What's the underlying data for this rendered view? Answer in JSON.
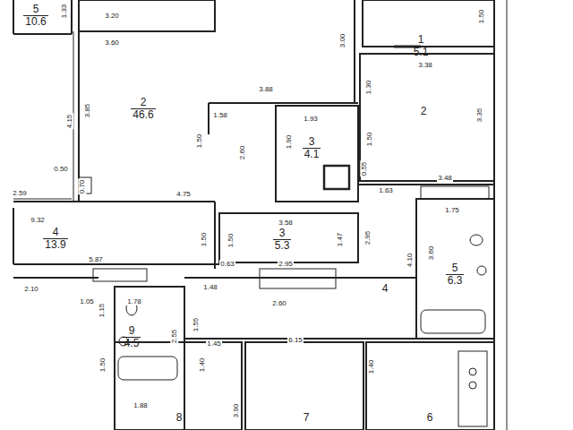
{
  "diagram": {
    "nodes": [
      {
        "text": [
          "5",
          "10.6"
        ]
      },
      {
        "text": [
          "1",
          "5.1"
        ]
      },
      {
        "text": [
          "2",
          "46.6"
        ]
      },
      {
        "text": [
          "2"
        ]
      },
      {
        "text": [
          "3",
          "4.1"
        ]
      },
      {
        "text": [
          "4",
          "13.9"
        ]
      },
      {
        "text": [
          "3",
          "5.3"
        ]
      },
      {
        "text": [
          "5",
          "6.3"
        ]
      },
      {
        "text": [
          "4"
        ]
      },
      {
        "text": [
          "9",
          "4.5"
        ]
      },
      {
        "text": [
          "8"
        ]
      },
      {
        "text": [
          "7"
        ]
      },
      {
        "text": [
          "6"
        ]
      }
    ],
    "labels": [
      "1.33",
      "3.20",
      "3.60",
      "3.00",
      "1.50",
      "3.38",
      "3.85",
      "4.15",
      "3.88",
      "1.58",
      "1.93",
      "1.30",
      "3.35",
      "1.50",
      "2.60",
      "1.90",
      "1.50",
      "0.55",
      "1.63",
      "3.48",
      "0.50",
      "0.70",
      "4.75",
      "2.59",
      "9.32",
      "1.50",
      "3.58",
      "1.50",
      "1.47",
      "2.95",
      "1.75",
      "4.10",
      "3.60",
      "0.63",
      "2.95",
      "5.87",
      "2.10",
      "1.48",
      "2.60",
      "1.05",
      "1.15",
      "1.78",
      "1.55",
      "6.15",
      "2.55",
      "1.45",
      "1.40",
      "1.40",
      "1.50",
      "1.88",
      "3.90"
    ]
  }
}
